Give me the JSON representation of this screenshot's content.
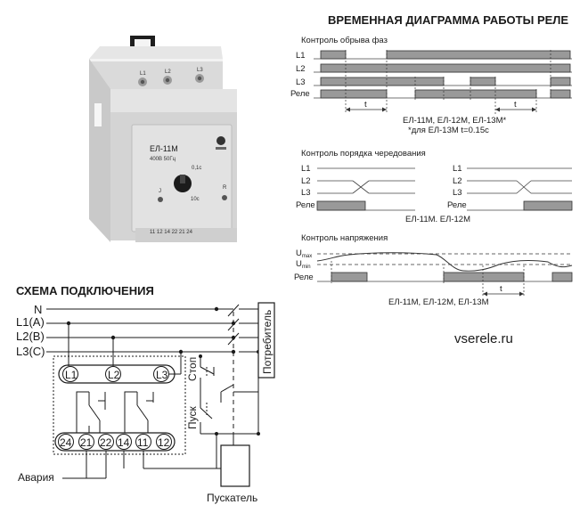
{
  "header": {
    "diagram_title": "ВРЕМЕННАЯ ДИАГРАММА РАБОТЫ РЕЛЕ",
    "scheme_title": "СХЕМА ПОДКЛЮЧЕНИЯ"
  },
  "device": {
    "model": "ЕЛ-11М",
    "voltage": "400В 50Гц",
    "dial_top": "0,1с",
    "dial_bottom": "10с",
    "led_j": "J",
    "led_r": "R",
    "top_terminals": [
      "L1",
      "L2",
      "L3"
    ],
    "bottom_terminals": "11 12 14 22 21 24"
  },
  "diagram1": {
    "title": "Контроль обрыва фаз",
    "rows": [
      "L1",
      "L2",
      "L3",
      "Реле"
    ],
    "t_label": "t",
    "models": "ЕЛ-11М, ЕЛ-12М, ЕЛ-13М*",
    "note": "*для ЕЛ-13М t=0.15с"
  },
  "diagram2": {
    "title": "Контроль порядка чередования",
    "rows": [
      "L1",
      "L2",
      "L3",
      "Реле"
    ],
    "models": "ЕЛ-11М. ЕЛ-12М"
  },
  "diagram3": {
    "title": "Контроль напряжения",
    "umax": "U",
    "umax_sub": "max",
    "umin": "U",
    "umin_sub": "min",
    "relay": "Реле",
    "t_label": "t",
    "models": "ЕЛ-11М, ЕЛ-12М, ЕЛ-13М"
  },
  "scheme": {
    "lines": [
      "N",
      "L1(A)",
      "L2(B)",
      "L3(C)"
    ],
    "top_terms": [
      "L1",
      "L2",
      "L3"
    ],
    "bottom_terms": [
      "24",
      "21",
      "22",
      "14",
      "11",
      "12"
    ],
    "stop": "Стоп",
    "start": "Пуск",
    "consumer": "Потребитель",
    "alarm": "Авария",
    "starter": "Пускатель"
  },
  "website": "vserele.ru"
}
